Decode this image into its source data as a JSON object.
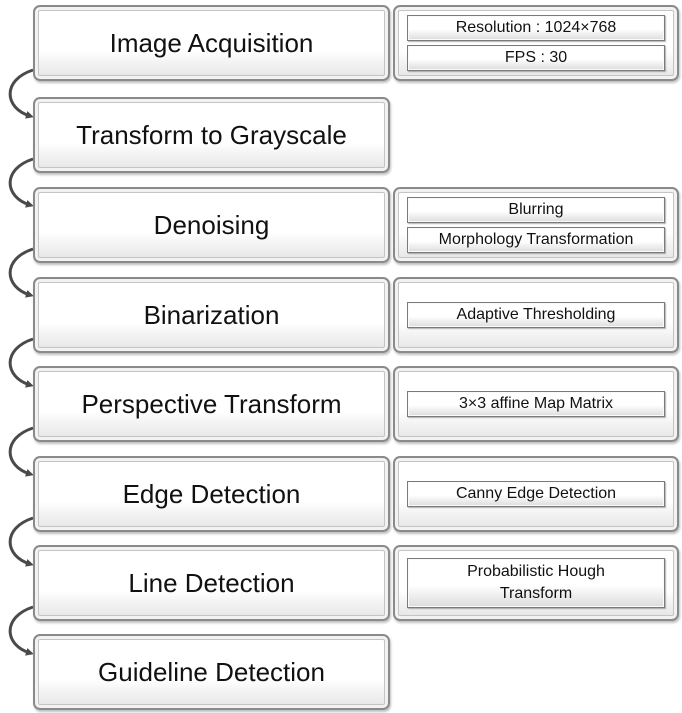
{
  "steps": [
    {
      "label": "Image Acquisition",
      "details": [
        "Resolution : 1024×768",
        "FPS : 30"
      ]
    },
    {
      "label": "Transform to Grayscale",
      "details": []
    },
    {
      "label": "Denoising",
      "details": [
        "Blurring",
        "Morphology Transformation"
      ]
    },
    {
      "label": "Binarization",
      "details": [
        "Adaptive Thresholding"
      ]
    },
    {
      "label": "Perspective Transform",
      "details": [
        "3×3 affine Map Matrix"
      ]
    },
    {
      "label": "Edge Detection",
      "details": [
        "Canny Edge Detection"
      ]
    },
    {
      "label": "Line Detection",
      "details": [
        "Probabilistic Hough Transform"
      ]
    },
    {
      "label": "Guideline Detection",
      "details": []
    }
  ],
  "colors": {
    "arrow": "#4a4a4a",
    "border": "#8a8a8a"
  }
}
